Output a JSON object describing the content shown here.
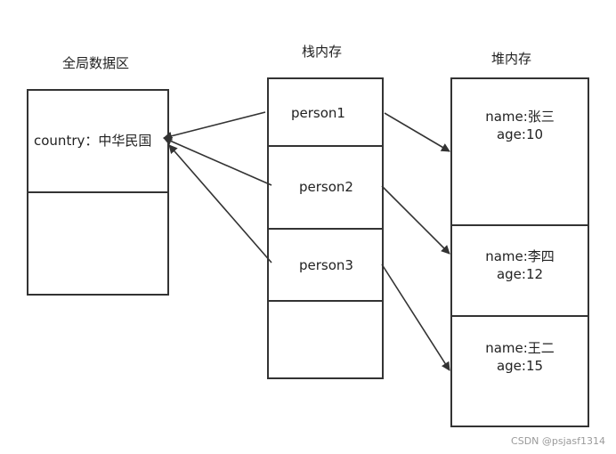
{
  "titles": {
    "global": "全局数据区",
    "stack": "栈内存",
    "heap": "堆内存"
  },
  "global_area": {
    "cell1": "country：中华民国"
  },
  "stack": {
    "persons": [
      "person1",
      "person2",
      "person3"
    ]
  },
  "heap": {
    "objects": [
      {
        "name": "name:张三",
        "age": "age:10"
      },
      {
        "name": "name:李四",
        "age": "age:12"
      },
      {
        "name": "name:王二",
        "age": "age:15"
      }
    ]
  },
  "watermark": "CSDN @psjasf1314"
}
